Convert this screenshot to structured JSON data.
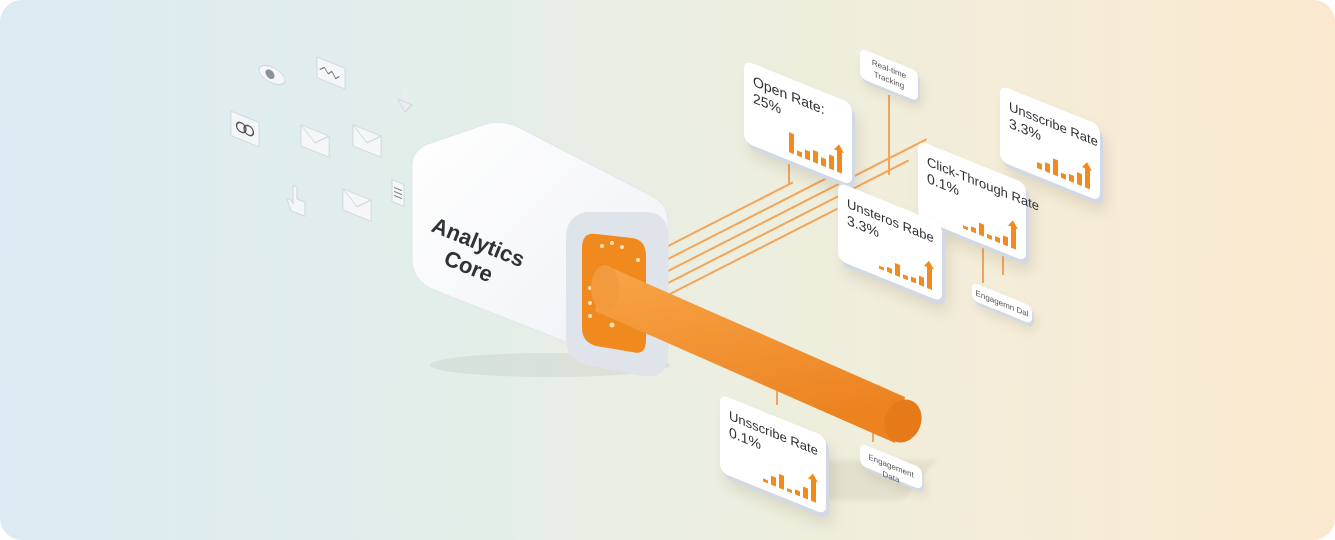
{
  "core": {
    "title_line1": "Analytics",
    "title_line2": "Core"
  },
  "input_icons": [
    {
      "name": "eye-icon"
    },
    {
      "name": "trend-mail-icon"
    },
    {
      "name": "download-arrow-icon"
    },
    {
      "name": "link-icon"
    },
    {
      "name": "envelope-icon"
    },
    {
      "name": "envelope-icon"
    },
    {
      "name": "pointer-hand-icon"
    },
    {
      "name": "envelope-icon"
    },
    {
      "name": "document-lines-icon"
    }
  ],
  "metric_cards": [
    {
      "title": "Open Rate:",
      "value": "25%"
    },
    {
      "title": "Unsscribe Rate",
      "value": "3.3%"
    },
    {
      "title": "Click-Through Rate",
      "value": "0.1%"
    },
    {
      "title": "Unsteros Rabe",
      "value": "3.3%"
    },
    {
      "title": "Unsscribe Rate",
      "value": "0.1%"
    }
  ],
  "tags": [
    {
      "label": "Real-time Tracking"
    },
    {
      "label": "Engagemn Dal"
    },
    {
      "label": "Engagement Data"
    }
  ],
  "colors": {
    "accent": "#f28a1e",
    "pipe": "#f39a3a",
    "card_bg": "#ffffff",
    "text": "#2e3136"
  }
}
